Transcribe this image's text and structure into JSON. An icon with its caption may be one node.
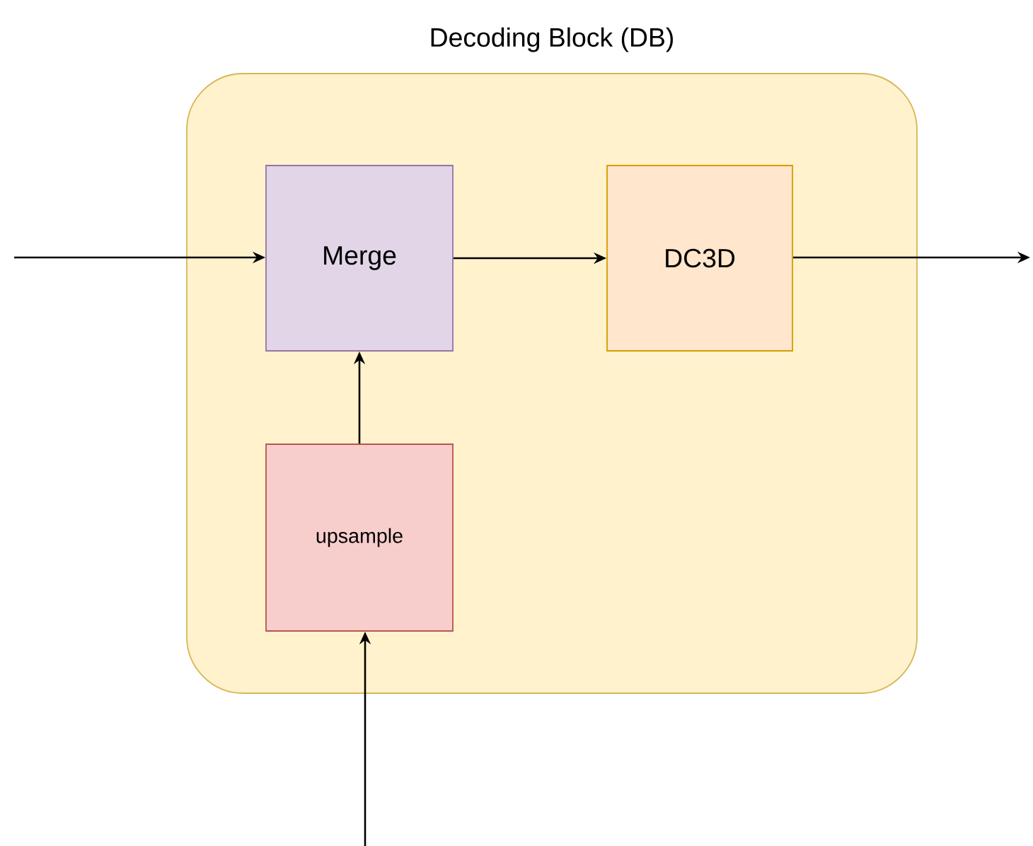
{
  "diagram": {
    "nodes": [
      {
        "text": [
          "Decoding Block (DB)"
        ]
      },
      {
        "text": [
          "Merge"
        ],
        "in": 0
      },
      {
        "text": [
          "DC3D"
        ],
        "in": 0
      },
      {
        "text": [
          "upsample"
        ],
        "in": 0
      }
    ],
    "edges": [
      {
        "from": null,
        "to": 1,
        "arrow": "to"
      },
      {
        "from": 1,
        "to": 2,
        "arrow": "to"
      },
      {
        "from": 2,
        "to": null,
        "arrow": "to"
      },
      {
        "from": null,
        "to": 3,
        "arrow": "to"
      },
      {
        "from": 3,
        "to": 1,
        "arrow": "to"
      }
    ]
  }
}
